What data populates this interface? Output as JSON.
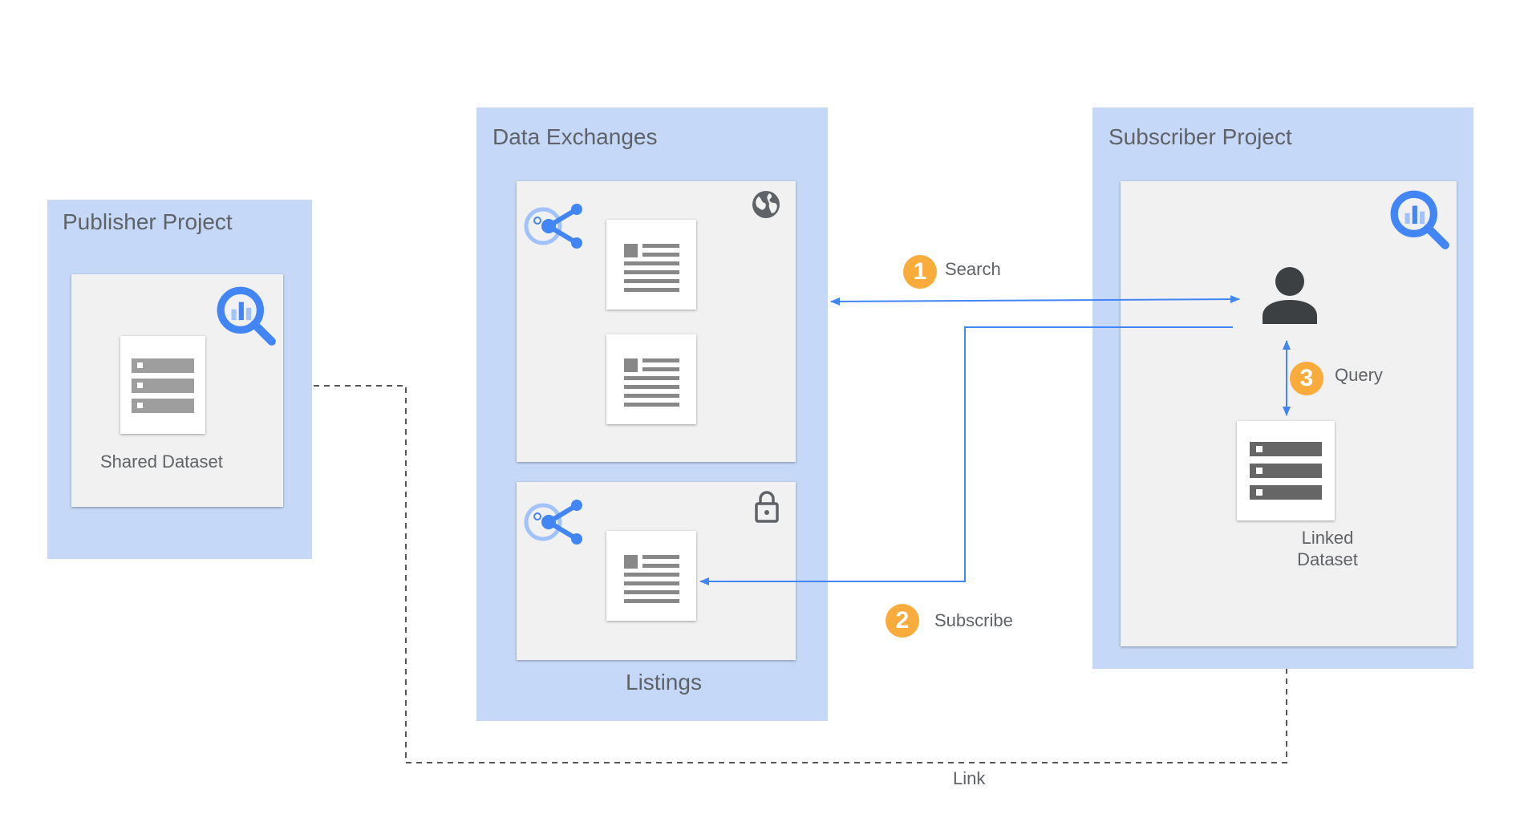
{
  "publisher": {
    "title": "Publisher Project",
    "dataset_label": "Shared Dataset"
  },
  "exchanges": {
    "title": "Data Exchanges",
    "listings_label": "Listings"
  },
  "subscriber": {
    "title": "Subscriber Project",
    "dataset_label": "Linked\nDataset"
  },
  "steps": [
    {
      "number": "1",
      "label": "Search"
    },
    {
      "number": "2",
      "label": "Subscribe"
    },
    {
      "number": "3",
      "label": "Query"
    }
  ],
  "link_label": "Link",
  "icons": {
    "bigquery": "bigquery-icon",
    "share": "analytics-hub-share-icon",
    "globe": "globe-icon",
    "lock": "lock-icon",
    "user": "user-icon",
    "dataset": "dataset-icon",
    "listing": "listing-document-icon"
  },
  "colors": {
    "project_bg": "#c6d8f7",
    "panel_bg": "#f1f1f1",
    "arrow_blue": "#4285f4",
    "badge_orange": "#f9ab3b",
    "text_gray": "#5f6368"
  }
}
